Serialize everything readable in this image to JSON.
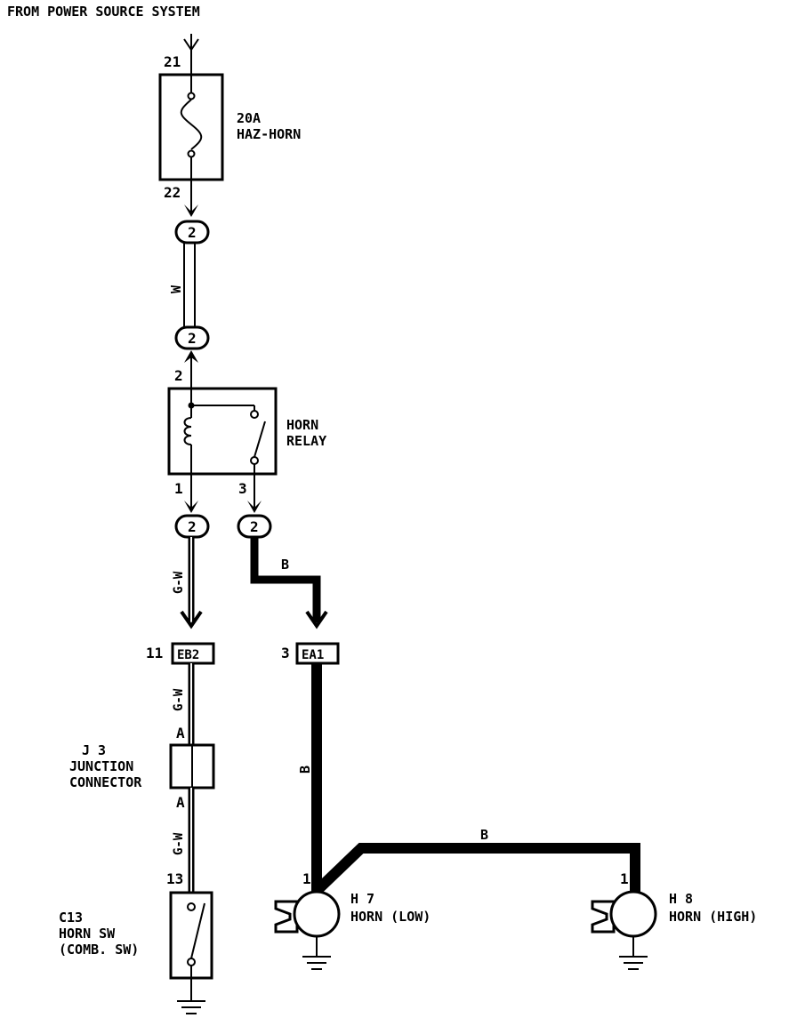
{
  "header": {
    "source_text": "FROM POWER SOURCE SYSTEM"
  },
  "fuse": {
    "rating": "20A",
    "name": "HAZ-HORN",
    "pin_in": "21",
    "pin_out": "22"
  },
  "connectors": {
    "c2_a": "2",
    "c2_b": "2",
    "c2_c": "2",
    "c2_d": "2",
    "eb2": "EB2",
    "ea1": "EA1"
  },
  "wires": {
    "w_label": "W",
    "gw_label": "G-W",
    "b_label": "B"
  },
  "relay": {
    "name_line1": "HORN",
    "name_line2": "RELAY",
    "pin_top": "2",
    "pin_left": "1",
    "pin_right": "3"
  },
  "pins": {
    "eb2_pin": "11",
    "ea1_pin": "3",
    "j3_a_top": "A",
    "j3_a_bottom": "A",
    "c13_pin": "13",
    "h7_pin": "1",
    "h8_pin": "1"
  },
  "junction": {
    "id": "J 3",
    "name_line1": "JUNCTION",
    "name_line2": "CONNECTOR"
  },
  "horn_switch": {
    "id": "C13",
    "name_line1": "HORN SW",
    "name_line2": "(COMB. SW)"
  },
  "horn_low": {
    "id": "H 7",
    "name": "HORN (LOW)"
  },
  "horn_high": {
    "id": "H 8",
    "name": "HORN (HIGH)"
  }
}
